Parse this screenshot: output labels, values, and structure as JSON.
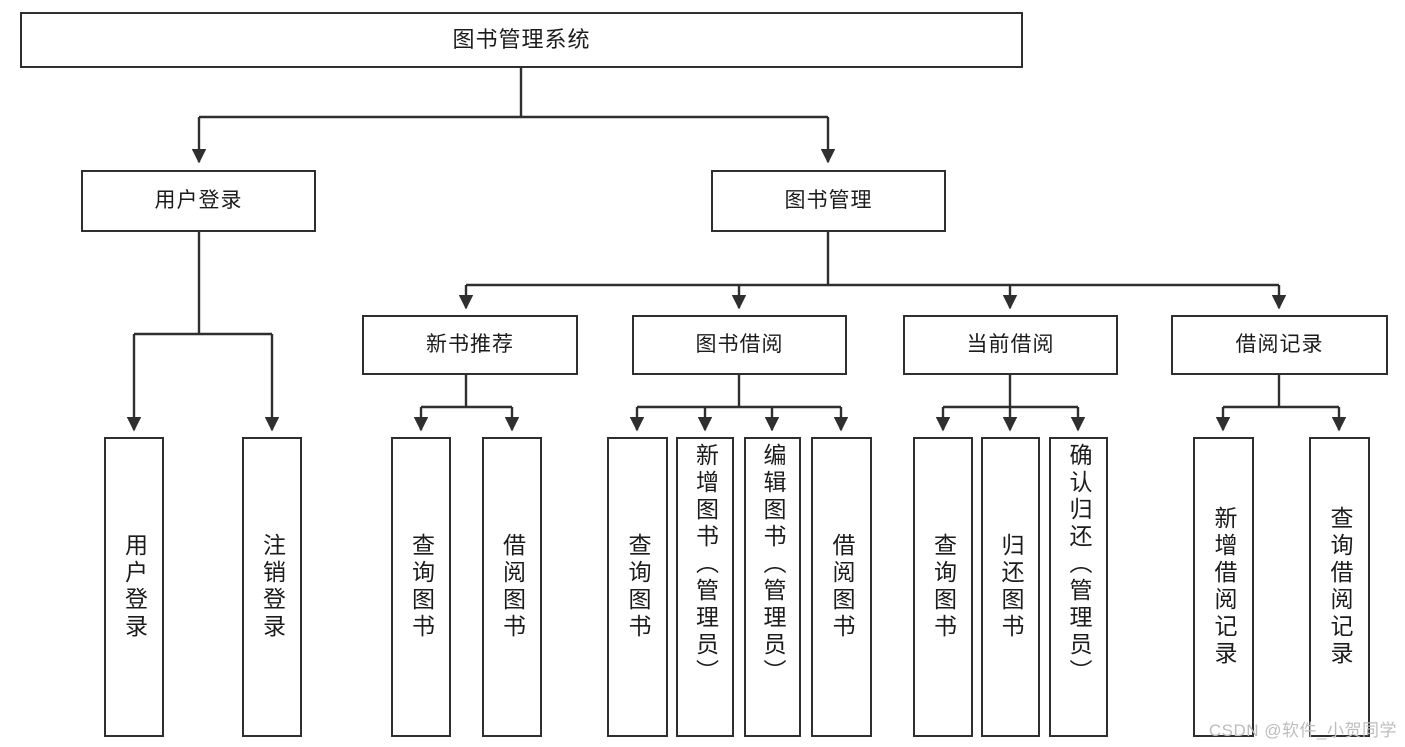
{
  "diagram": {
    "type": "tree-hierarchy-chart",
    "title": "图书管理系统",
    "line_color": "#2f2f2f",
    "box_fill": "#ffffff",
    "text_color": "#1c1c1c",
    "nodes": {
      "root": {
        "label": "图书管理系统"
      },
      "level2": [
        {
          "label": "用户登录"
        },
        {
          "label": "图书管理"
        }
      ],
      "level3": [
        {
          "label": "新书推荐"
        },
        {
          "label": "图书借阅"
        },
        {
          "label": "当前借阅"
        },
        {
          "label": "借阅记录"
        }
      ],
      "leaves_user_login": [
        {
          "label": "用户登录"
        },
        {
          "label": "注销登录"
        }
      ],
      "leaves_new_books": [
        {
          "label": "查询图书"
        },
        {
          "label": "借阅图书"
        }
      ],
      "leaves_borrow": [
        {
          "label": "查询图书"
        },
        {
          "label": "新增图书（管理员）"
        },
        {
          "label": "编辑图书（管理员）"
        },
        {
          "label": "借阅图书"
        }
      ],
      "leaves_current": [
        {
          "label": "查询图书"
        },
        {
          "label": "归还图书"
        },
        {
          "label": "确认归还（管理员）"
        }
      ],
      "leaves_records": [
        {
          "label": "新增借阅记录"
        },
        {
          "label": "查询借阅记录"
        }
      ]
    }
  },
  "watermark": {
    "text": "CSDN @软件_小贺同学",
    "color": "#bdbdbd"
  }
}
